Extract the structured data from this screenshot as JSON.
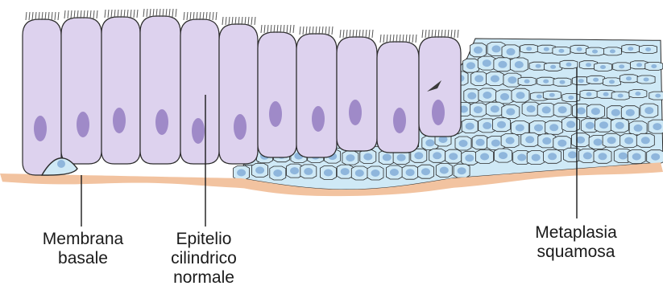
{
  "colors": {
    "columnar_cell": "#ddd2ee",
    "columnar_nucleus": "#9f8ac8",
    "squamous_cell": "#cfe9f6",
    "squamous_nucleus": "#8fb6dc",
    "basement_membrane": "#f2c3a0",
    "outline": "#2b2b2b",
    "leader_line": "#1a1a1a"
  },
  "labels": {
    "membrana": [
      "Membrana",
      "basale"
    ],
    "epitelio": [
      "Epitelio",
      "cilindrico",
      "normale"
    ],
    "metaplasia": [
      "Metaplasia",
      "squamosa"
    ]
  }
}
